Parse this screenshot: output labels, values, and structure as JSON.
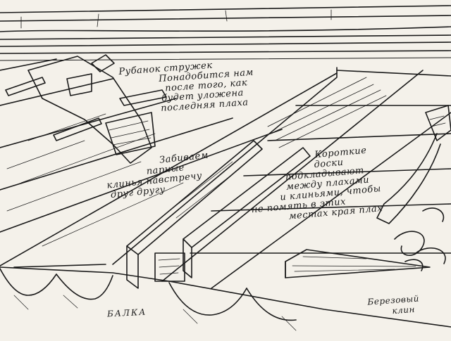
{
  "captions": {
    "plane": [
      "Рубанок стружек",
      "Понадобится нам",
      "после того, как",
      "будет уложена",
      "последняя плаха"
    ],
    "wedges": [
      "Забиваем",
      "парные",
      "клинья навстречу",
      "друг другу"
    ],
    "boards": [
      "Короткие",
      "доски",
      "подкладывают",
      "между плахами",
      "и клиньями, чтобы",
      "не помять в этих",
      "местах края плах"
    ],
    "beam": "БАЛКА",
    "birch_wedge": [
      "Березовый",
      "клин"
    ]
  },
  "colors": {
    "ink": "#1a1a1a",
    "paper": "#f4f1ea"
  }
}
